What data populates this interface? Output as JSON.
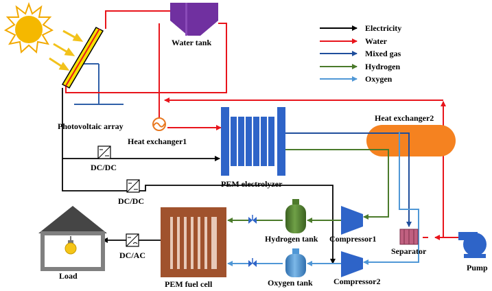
{
  "legend": {
    "items": [
      {
        "label": "Electricity",
        "color": "#000000"
      },
      {
        "label": "Water",
        "color": "#e8141b"
      },
      {
        "label": "Mixed gas",
        "color": "#1f4e9c"
      },
      {
        "label": "Hydrogen",
        "color": "#4a7a2a"
      },
      {
        "label": "Oxygen",
        "color": "#4f97d6"
      }
    ]
  },
  "components": {
    "water_tank": "Water tank",
    "pv_array": "Photovoltaic array",
    "heat_exchanger1": "Heat exchanger1",
    "heat_exchanger2": "Heat exchanger2",
    "dcdc_1": "DC/DC",
    "dcdc_2": "DC/DC",
    "dcac": "DC/AC",
    "electrolyzer": "PEM electrolyzer",
    "hydrogen_tank": "Hydrogen tank",
    "oxygen_tank": "Oxygen tank",
    "compressor1": "Compressor1",
    "compressor2": "Compressor2",
    "separator": "Separator",
    "pump": "Pump",
    "fuel_cell": "PEM fuel cell",
    "load": "Load"
  },
  "colors": {
    "electricity": "#000000",
    "water": "#e8141b",
    "mixed_gas": "#1f4e9c",
    "hydrogen": "#4a7a2a",
    "oxygen": "#4f97d6",
    "sun": "#f5b800",
    "water_tank": "#7030a0",
    "electrolyzer": "#2e64c8",
    "heat_exchanger2": "#f58220",
    "fuel_cell": "#a0522d",
    "hydrogen_tank": "#4e7a2c",
    "oxygen_tank": "#4f97d6",
    "compressor": "#2e64c8",
    "separator": "#c06080",
    "pump": "#2e64c8"
  }
}
